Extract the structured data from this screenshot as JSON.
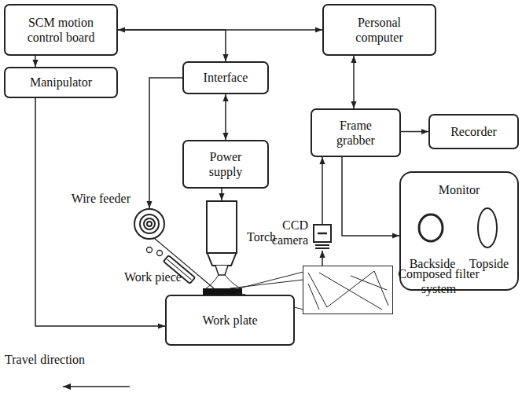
{
  "diagram": {
    "nodes": [
      {
        "text": [
          "SCM motion control board"
        ]
      },
      {
        "text": [
          "Personal computer"
        ]
      },
      {
        "text": [
          "Interface"
        ]
      },
      {
        "text": [
          "Manipulator"
        ]
      },
      {
        "text": [
          "Frame grabber"
        ]
      },
      {
        "text": [
          "Recorder"
        ]
      },
      {
        "text": [
          "Power supply"
        ]
      },
      {
        "text": [
          "Monitor",
          "Backside",
          "Topside"
        ]
      },
      {
        "text": [
          "Wire feeder"
        ]
      },
      {
        "text": [
          "Torch"
        ]
      },
      {
        "text": [
          "CCD camera"
        ]
      },
      {
        "text": [
          "Composed filter system"
        ]
      },
      {
        "text": [
          "Work plate"
        ]
      }
    ],
    "edges": [
      {
        "from": 0,
        "to": 1,
        "arrow": "both"
      },
      {
        "from": 0,
        "to": 2,
        "arrow": "to"
      },
      {
        "from": 0,
        "to": 3,
        "arrow": "to"
      },
      {
        "from": 3,
        "to": 12,
        "arrow": "to"
      },
      {
        "from": 2,
        "to": 6,
        "arrow": "both"
      },
      {
        "from": 2,
        "to": 8,
        "arrow": "to"
      },
      {
        "from": 6,
        "to": 9,
        "arrow": "to"
      },
      {
        "from": 1,
        "to": 4,
        "arrow": "both"
      },
      {
        "from": 4,
        "to": 5,
        "arrow": "to"
      },
      {
        "from": 4,
        "to": 7,
        "arrow": "to"
      },
      {
        "from": 10,
        "to": 4,
        "arrow": "to"
      },
      {
        "from": 11,
        "to": 10,
        "arrow": "to"
      }
    ],
    "labels": [
      "Work piece",
      "Travel direction"
    ]
  }
}
